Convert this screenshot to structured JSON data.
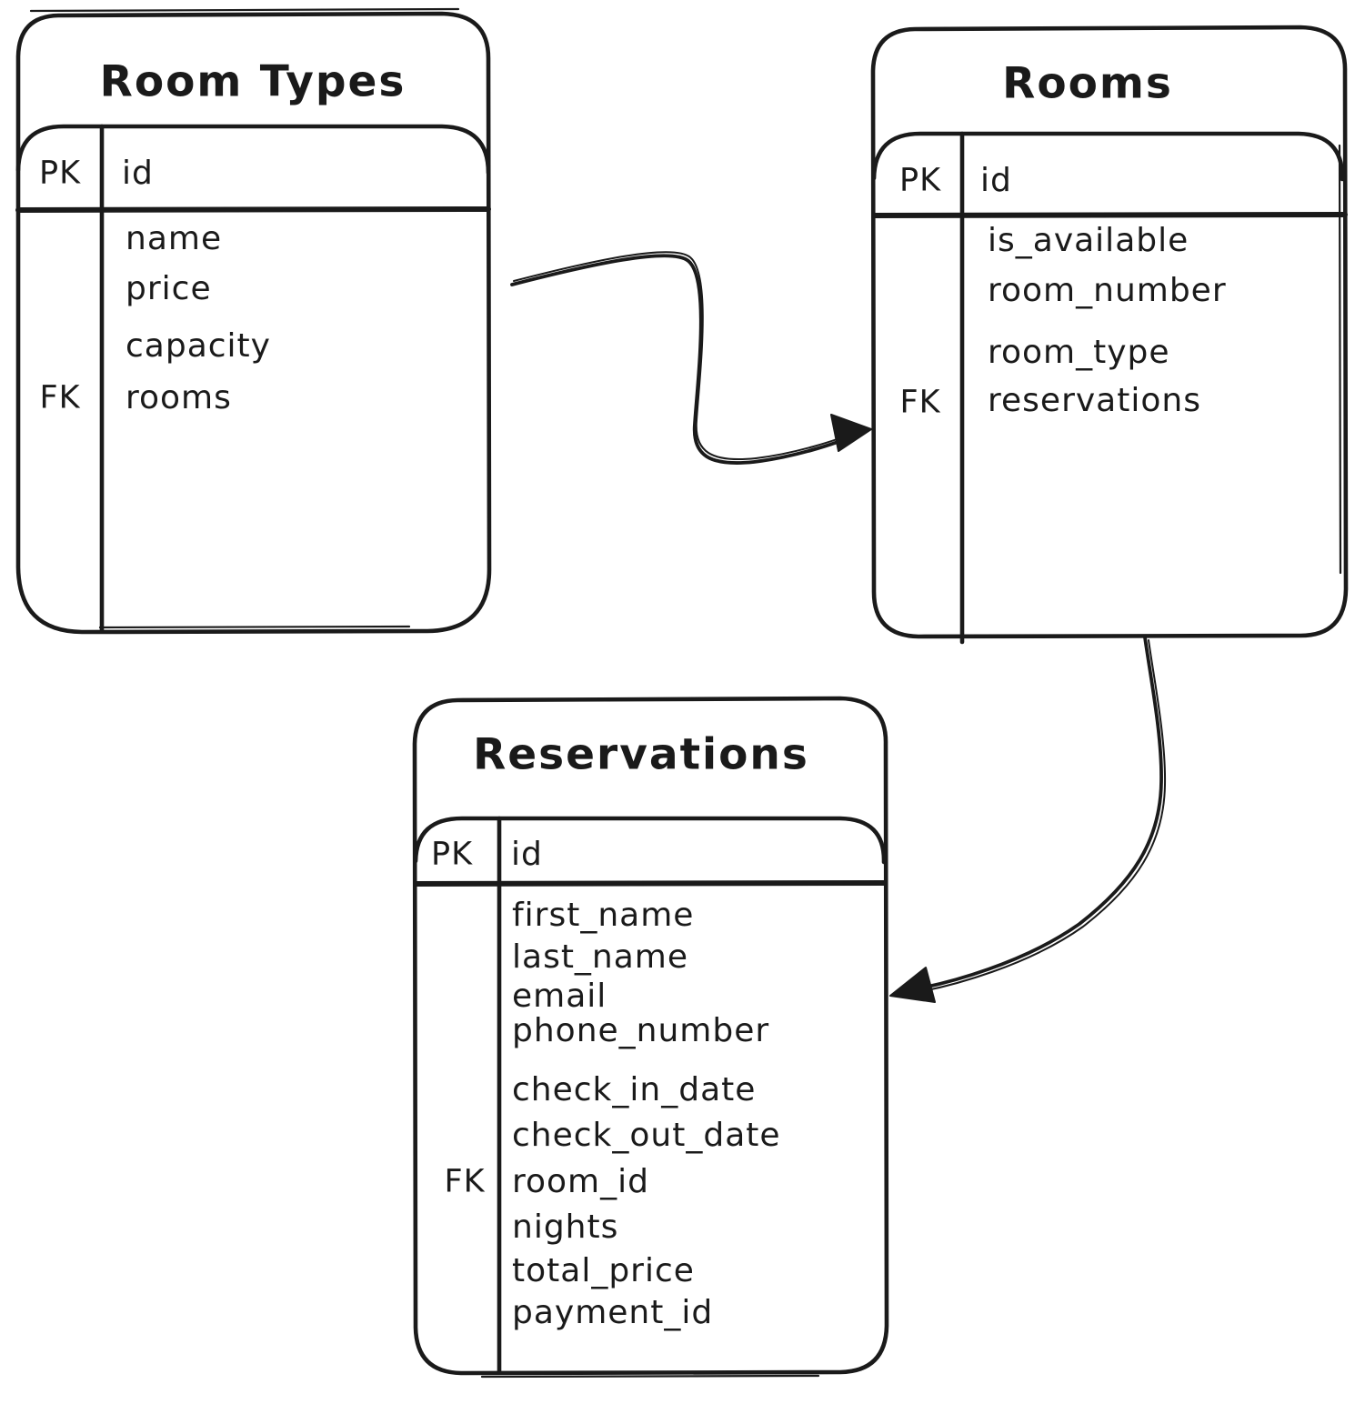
{
  "diagram": {
    "type": "entity-relationship",
    "background_color": "#ffffff",
    "stroke_color": "#1a1a1a",
    "tables": [
      {
        "title": "Room Types",
        "pk": {
          "label": "PK",
          "field": "id"
        },
        "fk": {
          "label": "FK",
          "field": "rooms"
        },
        "fields": [
          "name",
          "price",
          "capacity",
          "rooms"
        ]
      },
      {
        "title": "Rooms",
        "pk": {
          "label": "PK",
          "field": "id"
        },
        "fk": {
          "label": "FK",
          "field": "reservations"
        },
        "fields": [
          "is_available",
          "room_number",
          "room_type",
          "reservations"
        ]
      },
      {
        "title": "Reservations",
        "pk": {
          "label": "PK",
          "field": "id"
        },
        "fk": {
          "label": "FK",
          "field": "room_id"
        },
        "fields": [
          "first_name",
          "last_name",
          "email",
          "phone_number",
          "check_in_date",
          "check_out_date",
          "room_id",
          "nights",
          "total_price",
          "payment_id"
        ]
      }
    ],
    "relations": [
      {
        "from": "Room Types",
        "to": "Rooms"
      },
      {
        "from": "Rooms",
        "to": "Reservations"
      }
    ]
  }
}
